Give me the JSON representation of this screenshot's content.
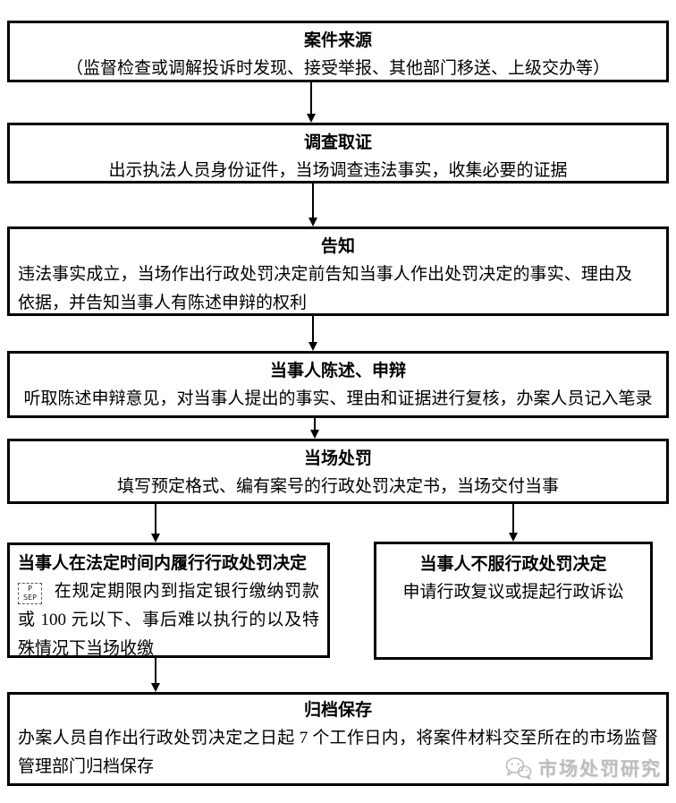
{
  "flowchart": {
    "boxes": [
      {
        "id": "case-source",
        "title": "案件来源",
        "body": "（监督检查或调解投诉时发现、接受举报、其他部门移送、上级交办等）"
      },
      {
        "id": "investigation",
        "title": "调查取证",
        "body": "出示执法人员身份证件，当场调查违法事实，收集必要的证据"
      },
      {
        "id": "notification",
        "title": "告知",
        "body": "违法事实成立，当场作出行政处罚决定前告知当事人作出处罚决定的事实、理由及依据，并告知当事人有陈述申辩的权利"
      },
      {
        "id": "statement-defense",
        "title": "当事人陈述、申辩",
        "body": "听取陈述申辩意见，对当事人提出的事实、理由和证据进行复核，办案人员记入笔录"
      },
      {
        "id": "onsite-penalty",
        "title": "当场处罚",
        "body": "填写预定格式、编有案号的行政处罚决定书，当场交付当事"
      },
      {
        "id": "comply",
        "title": "当事人在法定时间内履行行政处罚决定",
        "glyph": {
          "p": "P",
          "sep": "SEP"
        },
        "body": "在规定期限内到指定银行缴纳罚款或 100 元以下、事后难以执行的以及特殊情况下当场收缴"
      },
      {
        "id": "object",
        "title": "当事人不服行政处罚决定",
        "body": "申请行政复议或提起行政诉讼"
      },
      {
        "id": "archive",
        "title": "归档保存",
        "body": "办案人员自作出行政处罚决定之日起 7 个工作日内，将案件材料交至所在的市场监督管理部门归档保存"
      }
    ],
    "watermark": {
      "label": "市场处罚研究",
      "icon": "wechat-icon",
      "color": "#bdbdbd"
    }
  }
}
